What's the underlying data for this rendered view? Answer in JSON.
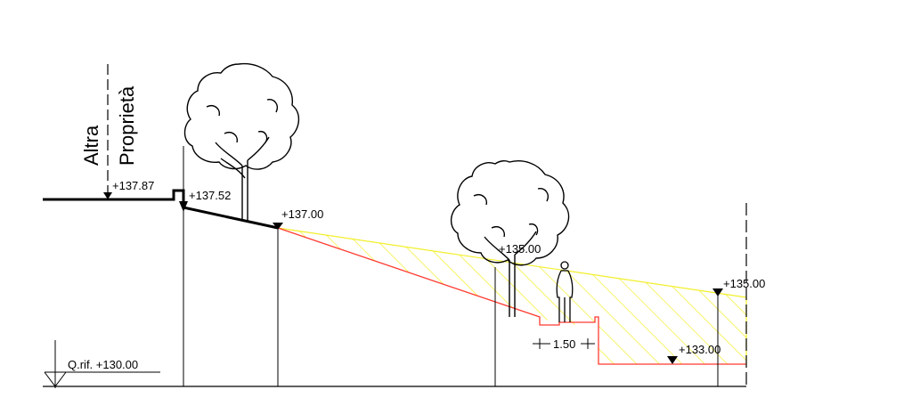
{
  "side_label": {
    "line1": "Altra",
    "line2": "Proprietà"
  },
  "elevations": {
    "existing_ground": "+137.87",
    "wall_base": "+137.52",
    "slope_top": "+137.00",
    "mid_slope": "+135.00",
    "right_top": "+135.00",
    "right_bottom": "+133.00"
  },
  "reference_level": "Q.rif. +130.00",
  "path_width": "1.50",
  "colors": {
    "linework": "#000000",
    "excavation_line": "#ff3b30",
    "hatch": "#f2ef2a"
  }
}
